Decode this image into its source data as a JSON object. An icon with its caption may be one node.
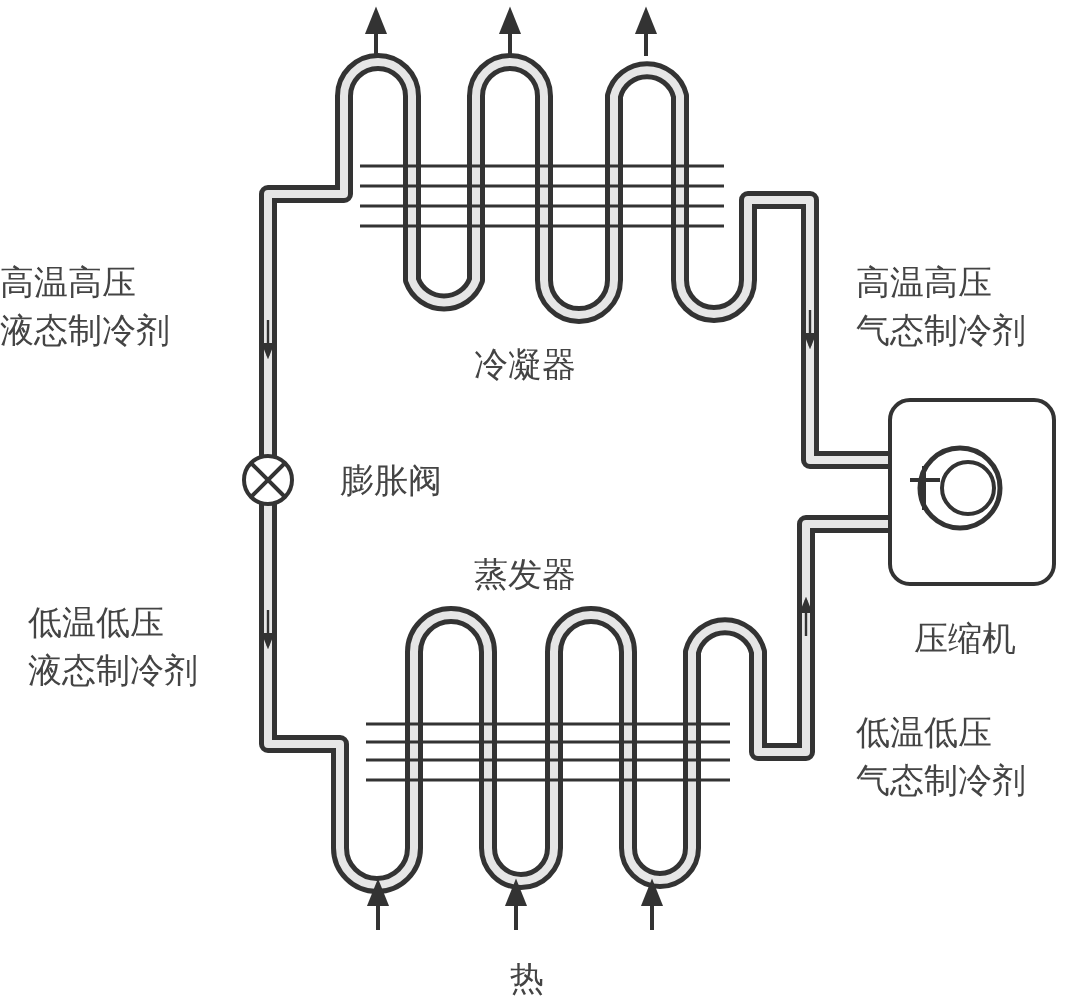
{
  "diagram": {
    "labels": [
      "高温高压液态制冷剂",
      "高温高压气态制冷剂",
      "冷凝器",
      "膨胀阀",
      "蒸发器",
      "低温低压液态制冷剂",
      "压缩机",
      "低温低压气态制冷剂",
      "热"
    ]
  }
}
